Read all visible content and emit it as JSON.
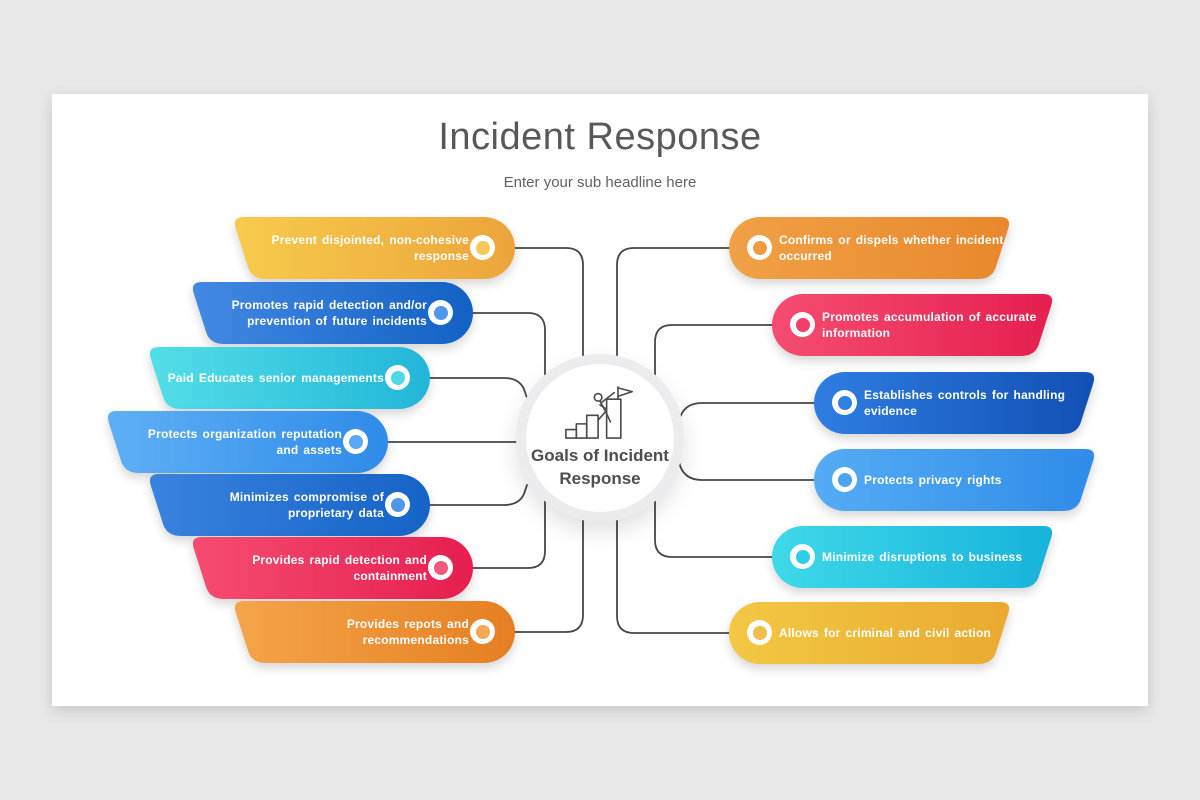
{
  "header": {
    "title": "Incident Response",
    "subtitle": "Enter your sub headline here"
  },
  "center": {
    "label": "Goals of Incident Response",
    "icon": "achievement-climb-flag-icon"
  },
  "tags": {
    "left": [
      {
        "label": "Prevent disjointed, non-cohesive response",
        "c1": "#F7CB4D",
        "c2": "#ECA43A",
        "dot": "#F6C85C"
      },
      {
        "label": "Promotes rapid detection and/or prevention of future incidents",
        "c1": "#4489E4",
        "c2": "#1261C4",
        "dot": "#4E97EA"
      },
      {
        "label": "Paid Educates senior managements",
        "c1": "#53DFE8",
        "c2": "#22B5D8",
        "dot": "#4FD9E4"
      },
      {
        "label": "Protects organization reputation and assets",
        "c1": "#5FB0F5",
        "c2": "#2F8BE9",
        "dot": "#57AAF3"
      },
      {
        "label": "Minimizes compromise of proprietary data",
        "c1": "#3A83DF",
        "c2": "#1563C6",
        "dot": "#4E97EA"
      },
      {
        "label": "Provides rapid detection and containment",
        "c1": "#F64D72",
        "c2": "#E51E4F",
        "dot": "#F4587A"
      },
      {
        "label": "Provides repots and recommendations",
        "c1": "#F5A54A",
        "c2": "#E67E22",
        "dot": "#F2A857"
      }
    ],
    "right": [
      {
        "label": "Confirms or dispels whether incident occurred",
        "c1": "#F0A146",
        "c2": "#E9872C",
        "dot": "#EE9C44"
      },
      {
        "label": "Promotes accumulation of accurate information",
        "c1": "#F64D72",
        "c2": "#E51E4F",
        "dot": "#F23E66"
      },
      {
        "label": "Establishes controls for handling evidence",
        "c1": "#2F7EE2",
        "c2": "#124FB4",
        "dot": "#2F80E4"
      },
      {
        "label": "Protects privacy rights",
        "c1": "#55ACF5",
        "c2": "#2F8BE9",
        "dot": "#4AA3F2"
      },
      {
        "label": "Minimize disruptions to business",
        "c1": "#3FD9E9",
        "c2": "#16B2DB",
        "dot": "#2FCEE4"
      },
      {
        "label": "Allows for criminal and civil action",
        "c1": "#F3C844",
        "c2": "#E9A92F",
        "dot": "#F0BE4A"
      }
    ]
  },
  "colors": {
    "page_background": "#E8E8E9",
    "canvas_background": "#FFFFFF",
    "connector_line": "#474747",
    "title_text": "#58585A",
    "subtitle_text": "#616161",
    "hub_ring": "#ECECEE",
    "hub_text": "#4E4E4F",
    "tag_text": "#FFFFFF"
  }
}
